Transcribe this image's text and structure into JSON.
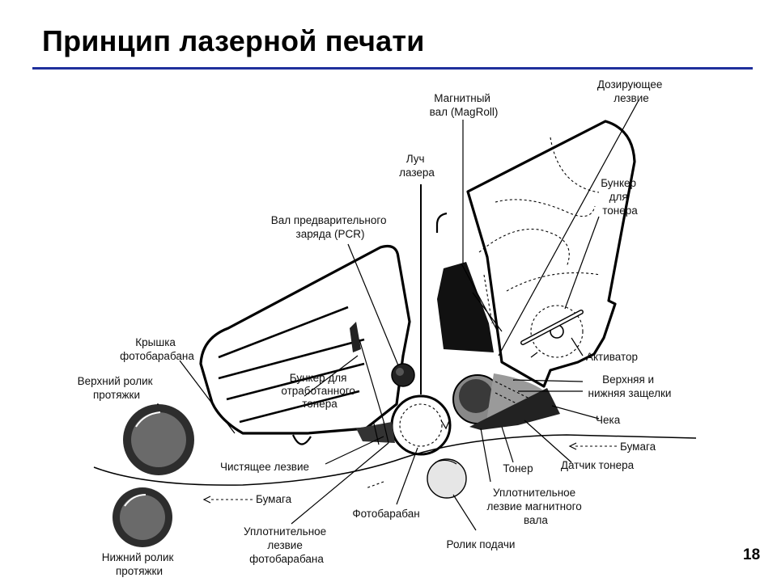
{
  "slide": {
    "title": "Принцип лазерной печати",
    "page_number": "18",
    "accent_color": "#1f2f9c"
  },
  "diagram": {
    "labels": {
      "magnetic_roller": [
        "Магнитный",
        "вал (MagRoll)"
      ],
      "metering_blade": [
        "Дозирующее",
        "лезвие"
      ],
      "laser_beam": [
        "Луч",
        "лазера"
      ],
      "toner_hopper": [
        "Бункер",
        "для",
        "тонера"
      ],
      "pcr": [
        "Вал предварительного",
        "заряда (PCR)"
      ],
      "agitator": [
        "Активатор"
      ],
      "drum_cover": [
        "Крышка",
        "фотобарабана"
      ],
      "upper_roller": [
        "Верхний ролик",
        "протяжки"
      ],
      "waste_hopper": [
        "Бункер для",
        "отработанного",
        "тонера"
      ],
      "latches": [
        "Верхняя и",
        "нижняя защелки"
      ],
      "pin": [
        "Чека"
      ],
      "paper_in": [
        "Бумага"
      ],
      "cleaning_blade": [
        "Чистящее лезвие"
      ],
      "toner": [
        "Тонер"
      ],
      "toner_sensor": [
        "Датчик тонера"
      ],
      "paper_out": [
        "Бумага"
      ],
      "mag_seal_blade": [
        "Уплотнительное",
        "лезвие магнитного",
        "вала"
      ],
      "drum": [
        "Фотобарабан"
      ],
      "drum_seal_blade": [
        "Уплотнительное",
        "лезвие",
        "фотобарабана"
      ],
      "feed_roller": [
        "Ролик подачи"
      ],
      "lower_roller": [
        "Нижний ролик",
        "протяжки"
      ]
    }
  }
}
